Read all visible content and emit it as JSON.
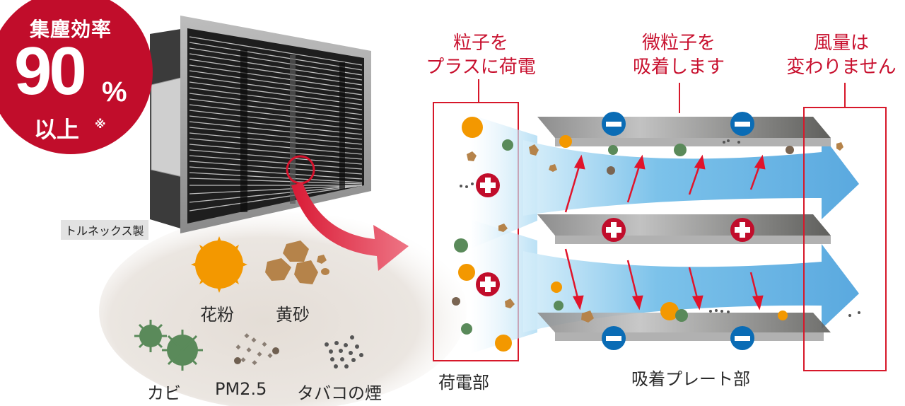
{
  "badge": {
    "title": "集塵効率",
    "value": "90",
    "unit": "%",
    "suffix": "以上",
    "note_mark": "※"
  },
  "product": {
    "maker_label": "トルネックス製"
  },
  "particles": {
    "items": [
      {
        "label": "花粉",
        "icon": "pollen-icon"
      },
      {
        "label": "黄砂",
        "icon": "yellow-sand-icon"
      },
      {
        "label": "カビ",
        "icon": "mold-icon"
      },
      {
        "label": "PM2.5",
        "icon": "pm25-icon"
      },
      {
        "label": "タバコの煙",
        "icon": "cigarette-smoke-icon"
      }
    ]
  },
  "callouts": {
    "charge": {
      "line1": "粒子を",
      "line2": "プラスに荷電"
    },
    "adsorb": {
      "line1": "微粒子を",
      "line2": "吸着します"
    },
    "airflow": {
      "line1": "風量は",
      "line2": "変わりません"
    }
  },
  "sections": {
    "charging_unit": "荷電部",
    "plate_unit": "吸着プレート部"
  },
  "colors": {
    "brand_red": "#c10d2b",
    "callout_red": "#d7182a",
    "negative_blue": "#0a6cb5",
    "air_blue": "#5eaee0",
    "pollen_orange": "#f39800",
    "sand_brown": "#b5834a",
    "mold_green": "#5a8a5a",
    "plate_gray": "#a9a9a9"
  }
}
